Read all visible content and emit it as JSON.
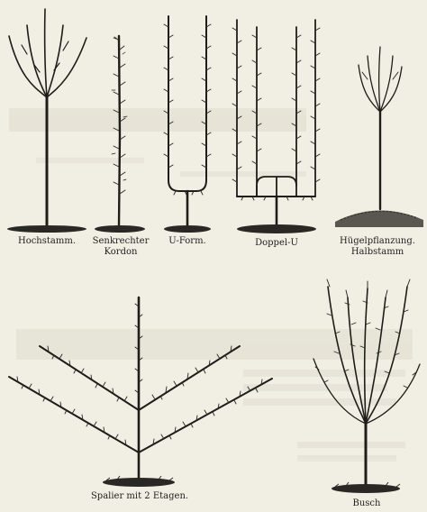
{
  "figures": {
    "hochstamm": {
      "label": "Hochstamm."
    },
    "kordon": {
      "label_line1": "Senkrechter",
      "label_line2": "Kordon"
    },
    "u_form": {
      "label": "U-Form."
    },
    "doppel_u": {
      "label": "Doppel-U"
    },
    "huegel": {
      "label_line1": "Hügelpflanzung.",
      "label_line2": "Halbstamm"
    },
    "spalier": {
      "label": "Spalier mit 2 Etagen."
    },
    "busch": {
      "label": "Busch"
    }
  },
  "colors": {
    "paper": "#f1eee4",
    "ink": "#1e1d1a"
  }
}
